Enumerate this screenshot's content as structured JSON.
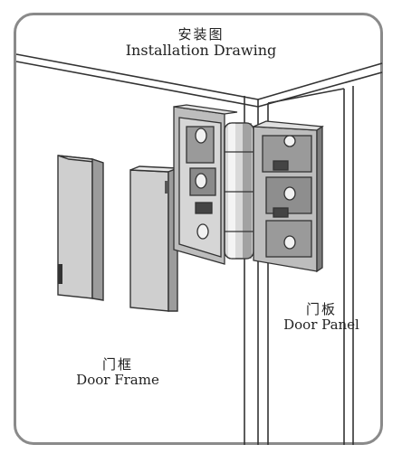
{
  "title": {
    "zh": "安装图",
    "en": "Installation Drawing"
  },
  "door_panel": {
    "zh": "门板",
    "en": "Door Panel"
  },
  "door_frame": {
    "zh": "门框",
    "en": "Door Frame"
  },
  "colors": {
    "border": "#8a8a8a",
    "line": "#333333",
    "cover_fill": "#c9c9c9",
    "metal_dark": "#7a7a7a",
    "metal_mid": "#a9a9a9",
    "metal_light": "#e4e4e4"
  }
}
